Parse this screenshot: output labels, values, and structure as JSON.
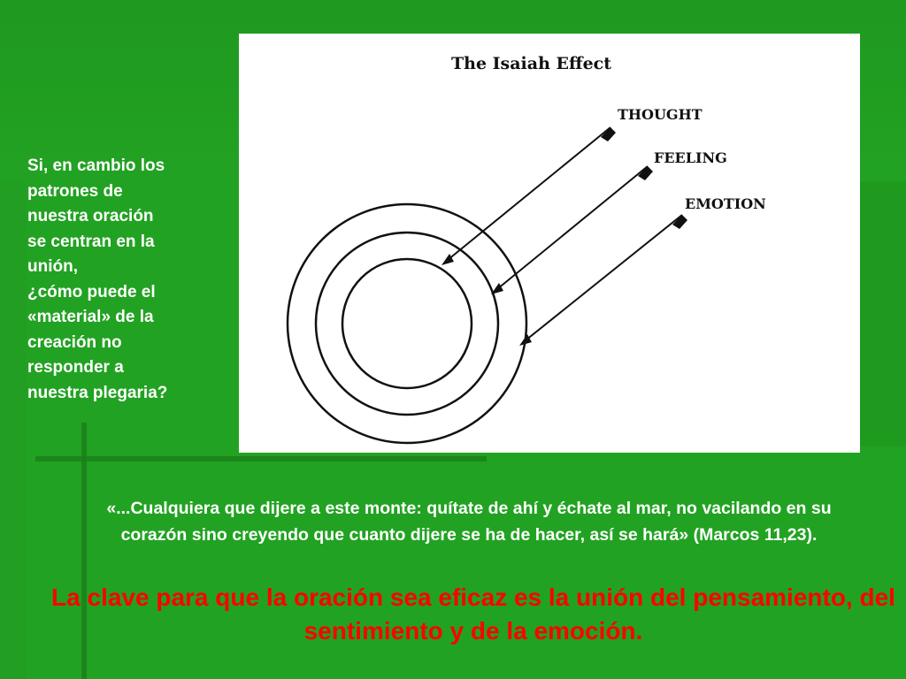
{
  "side_text": "Si, en cambio los\npatrones de\nnuestra oración\nse centran en la\nunión,\n¿cómo puede el\n«material» de la\ncreación no\nresponder a\nnuestra plegaria?",
  "figure": {
    "title": "The Isaiah Effect",
    "labels": {
      "thought": "THOUGHT",
      "feeling": "FEELING",
      "emotion": "EMOTION"
    }
  },
  "quote": "«...Cualquiera que dijere a este monte: quítate de ahí y échate al mar, no vacilando en su corazón sino creyendo que cuanto dijere se ha de hacer, así se hará» (Marcos 11,23).",
  "key_message": "La clave para que la oración sea eficaz es la unión del pensamiento, del sentimiento y de la emoción.",
  "colors": {
    "background": "#22a222",
    "figure_background": "#ffffff",
    "key_text": "#ff0000",
    "body_text": "#ffffff"
  }
}
